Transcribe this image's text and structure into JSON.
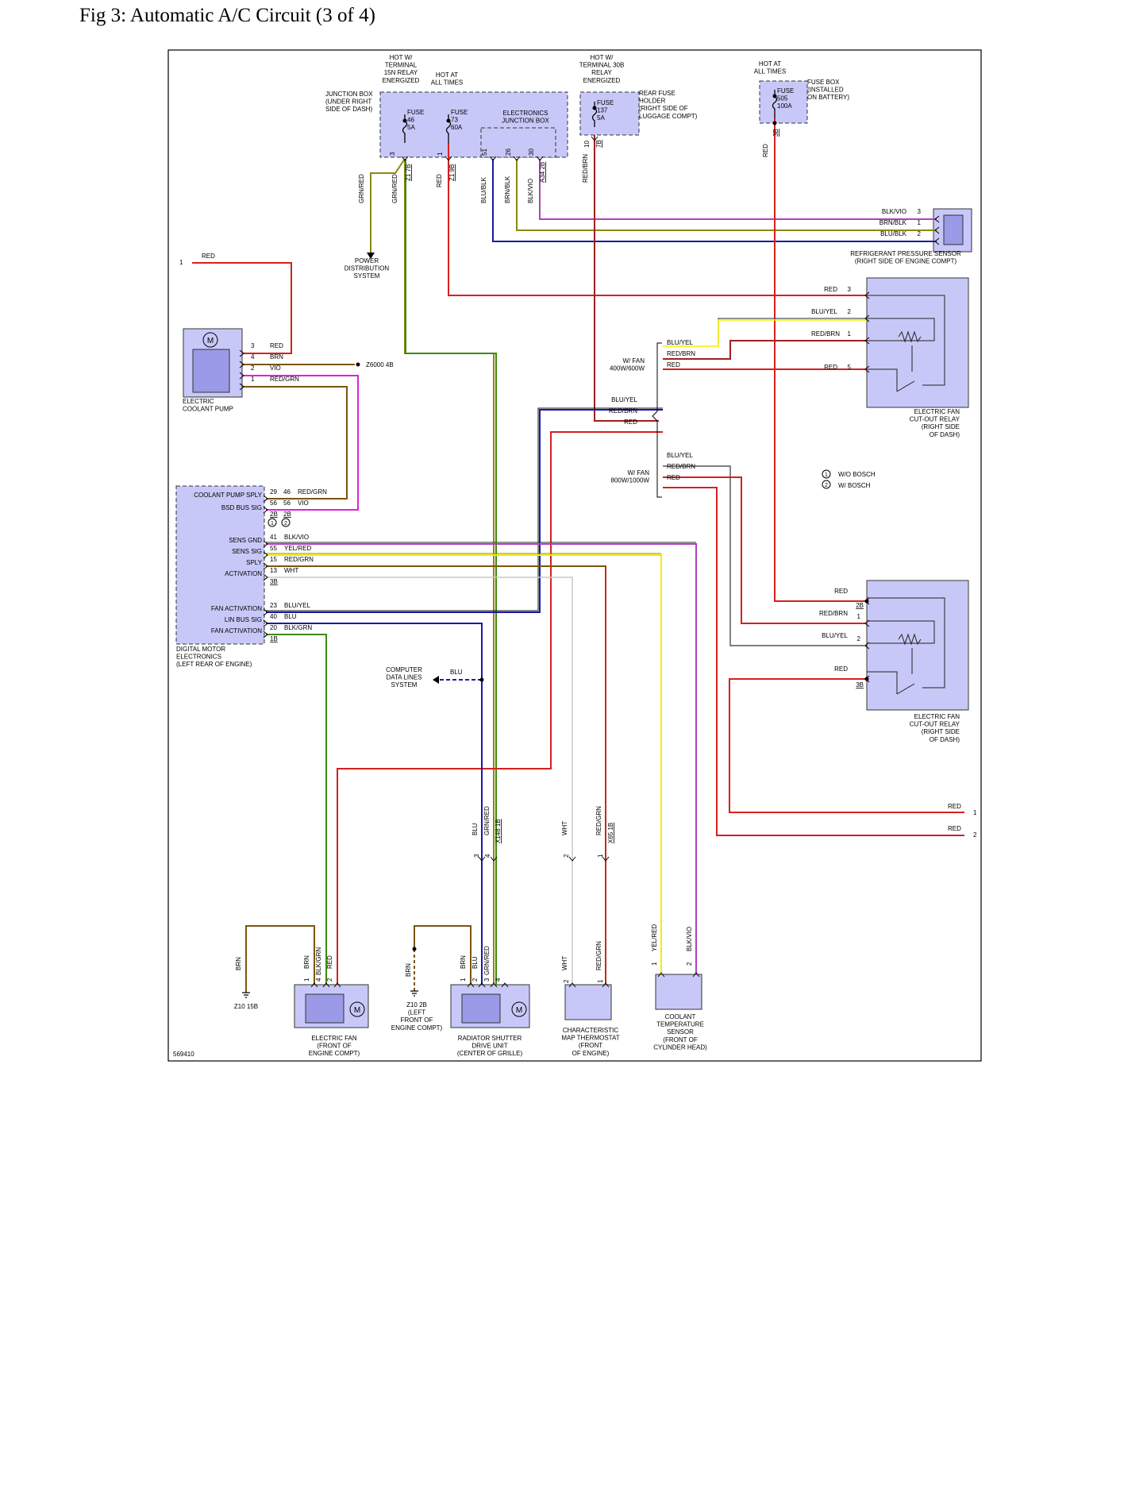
{
  "page": {
    "title": "Fig 3: Automatic A/C Circuit (3 of 4)"
  },
  "colors": {
    "red": "#d62020",
    "brown": "#7a5510",
    "green": "#3d8a10",
    "olive": "#8a8a10",
    "blue": "#1a1aa8",
    "violet": "#b040c0",
    "magenta": "#e020e0",
    "yellow": "#f0f000",
    "darkred": "#a02020",
    "black": "#111111",
    "white_wire": "#c8c8c8",
    "gray": "#777777",
    "component_fill": "#c8c8f8",
    "component_dark": "#9a9ae8"
  },
  "diagram": {
    "code": "569410",
    "top": {
      "hot_15n": "HOT W/|TERMINAL|15N RELAY|ENERGIZED",
      "hot_all_1": "HOT AT|ALL TIMES",
      "hot_30b": "HOT W/|TERMINAL 30B|RELAY|ENERGIZED",
      "hot_all_2": "HOT AT|ALL TIMES",
      "jbox": "JUNCTION BOX|(UNDER RIGHT|SIDE OF DASH)",
      "fuse46": "FUSE|46|5A",
      "fuse73": "FUSE|73|60A",
      "ejb": "ELECTRONICS|JUNCTION BOX",
      "fuse137": "FUSE|137|5A",
      "rear_fuse": "REAR FUSE|HOLDER|(RIGHT SIDE OF|LUGGAGE COMPT)",
      "fuse505": "FUSE|505|100A",
      "fusebox": "FUSE BOX|(INSTALLED|ON BATTERY)",
      "power_dist": "POWER|DISTRIBUTION|SYSTEM"
    },
    "connectors": {
      "c3": "3",
      "z17b": "Z1 7B",
      "c1": "1",
      "z19b": "Z1 9B",
      "c51": "51",
      "c26": "26",
      "c30": "30",
      "a342b": "A34 2B",
      "c10": "10",
      "c7b": "7B",
      "c3b": "3B"
    },
    "wires": {
      "grnred": "GRN/RED",
      "red": "RED",
      "blublk": "BLU/BLK",
      "brnblk": "BRN/BLK",
      "blkvio": "BLK/VIO",
      "redbrn": "RED/BRN",
      "bluyel": "BLU/YEL",
      "brn": "BRN",
      "vio": "VIO",
      "redgrn": "RED/GRN",
      "yelred": "YEL/RED",
      "wht": "WHT",
      "blu": "BLU",
      "blkgrn": "BLK/GRN"
    },
    "refrig": {
      "label": "REFRIGERANT PRESSURE SENSOR|(RIGHT SIDE OF ENGINE COMPT)",
      "pins": [
        "3",
        "1",
        "2"
      ]
    },
    "relay1": {
      "label": "ELECTRIC FAN|CUT-OUT RELAY|(RIGHT SIDE|OF DASH)",
      "pins": [
        "3",
        "2",
        "1",
        "5"
      ]
    },
    "relay2": {
      "label": "ELECTRIC FAN|CUT-OUT RELAY|(RIGHT SIDE|OF DASH)",
      "pins": [
        "2B",
        "1",
        "2",
        "3B"
      ]
    },
    "fan400": "W/ FAN|400W/600W",
    "fan800": "W/ FAN|800W/1000W",
    "legend": {
      "wo_bosch": "W/O BOSCH",
      "w_bosch": "W/ BOSCH",
      "n1": "1",
      "n2": "2"
    },
    "pump": {
      "label": "ELECTRIC|COOLANT PUMP",
      "pins": [
        "3",
        "4",
        "2",
        "1"
      ],
      "z6000": "Z6000 4B"
    },
    "dme": {
      "label": "DIGITAL MOTOR|ELECTRONICS|(LEFT REAR OF ENGINE)",
      "coolant_pump_sply": "COOLANT PUMP SPLY",
      "bsd_bus_sig": "BSD BUS SIG",
      "sens_gnd": "SENS GND",
      "sens_sig": "SENS SIG",
      "sply": "SPLY",
      "activation": "ACTIVATION",
      "fan_activation": "FAN ACTIVATION",
      "lin_bus_sig": "LIN BUS SIG",
      "pins": {
        "p29": "29",
        "p46": "46",
        "p56a": "56",
        "p56b": "56",
        "p2Ba": "2B",
        "p2Bb": "2B",
        "p41": "41",
        "p55": "55",
        "p15": "15",
        "p13": "13",
        "p3B": "3B",
        "p23": "23",
        "p40": "40",
        "p20": "20",
        "p1B": "1B"
      }
    },
    "computer_data": "COMPUTER|DATA LINES|SYSTEM",
    "left_input": {
      "n1": "1"
    },
    "right_out": {
      "n1": "1",
      "n2": "2"
    },
    "bottom_conn": {
      "c3": "3",
      "c4": "4",
      "x148": "X148 1B",
      "c2": "2",
      "c1": "1",
      "x65": "X65 1B"
    },
    "fan_motor": {
      "label": "ELECTRIC FAN|(FRONT OF|ENGINE COMPT)",
      "pins": [
        "1",
        "4",
        "2"
      ]
    },
    "shutter": {
      "label": "RADIATOR SHUTTER|DRIVE UNIT|(CENTER OF GRILLE)",
      "pins": [
        "1",
        "2",
        "3",
        "4"
      ]
    },
    "thermostat": {
      "label": "CHARACTERISTIC|MAP THERMOSTAT|(FRONT|OF ENGINE)",
      "pins": [
        "2",
        "1"
      ]
    },
    "coolant_temp": {
      "label": "COOLANT|TEMPERATURE|SENSOR|(FRONT OF|CYLINDER HEAD)",
      "pins": [
        "1",
        "2"
      ]
    },
    "grounds": {
      "z10_15b": "Z10 15B",
      "z10_2b": "Z10 2B|(LEFT|FRONT OF|ENGINE COMPT)"
    },
    "motor_glyph": "M"
  }
}
